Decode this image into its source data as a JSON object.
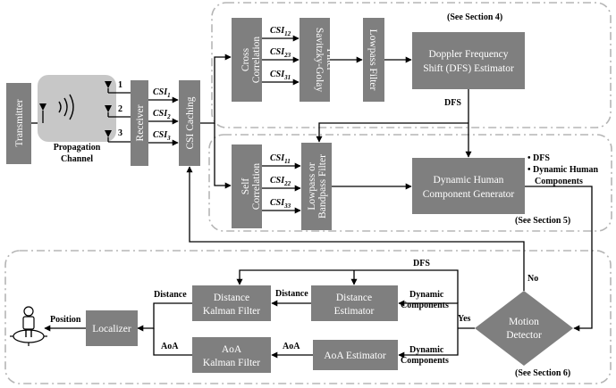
{
  "blocks": {
    "transmitter": "Transmitter",
    "propagation_channel_line1": "Propagation",
    "propagation_channel_line2": "Channel",
    "receiver": "Receiver",
    "antenna_1": "1",
    "antenna_2": "2",
    "antenna_3": "3",
    "csi_caching": "CSI Caching",
    "cross_correlation_line1": "Cross",
    "cross_correlation_line2": "Correlation",
    "savitzky_golay_line1": "Savitzky-Golay",
    "savitzky_golay_line2": "Filter",
    "lowpass_filter": "Lowpass Filter",
    "dfs_estimator_line1": "Doppler Frequency",
    "dfs_estimator_line2": "Shift (DFS) Estimator",
    "self_correlation_line1": "Self",
    "self_correlation_line2": "Correlation",
    "lowpass_bandpass_line1": "Lowpass or",
    "lowpass_bandpass_line2": "Bandpass Filter",
    "dhc_generator_line1": "Dynamic  Human",
    "dhc_generator_line2": "Component Generator",
    "motion_detector_line1": "Motion",
    "motion_detector_line2": "Detector",
    "distance_estimator_line1": "Distance",
    "distance_estimator_line2": "Estimator",
    "aoa_estimator": "AoA Estimator",
    "distance_kalman_line1": "Distance",
    "distance_kalman_line2": "Kalman Filter",
    "aoa_kalman_line1": "AoA",
    "aoa_kalman_line2": "Kalman Filter",
    "localizer": "Localizer"
  },
  "csi_labels": {
    "csi": "CSI",
    "sub_1": "1",
    "sub_2": "2",
    "sub_3": "3",
    "sub_12": "12",
    "sub_23": "23",
    "sub_31": "31",
    "sub_11": "11",
    "sub_22": "22",
    "sub_33": "33"
  },
  "edge_labels": {
    "dfs": "DFS",
    "dfs_bullet": "DFS",
    "dhc_bullet_line1": "Dynamic Human",
    "dhc_bullet_line2": "Components",
    "no": "No",
    "yes": "Yes",
    "dynamic_line1": "Dynamic",
    "dynamic_line2": "Components",
    "distance": "Distance",
    "aoa": "AoA",
    "position": "Position"
  },
  "sections": {
    "section4": "(See Section 4)",
    "section5": "(See Section 5)",
    "section6": "(See Section 6)"
  },
  "colors": {
    "block": "#7f7f7f",
    "channel": "#c7c7c7",
    "dashed_border": "#b5b5b5"
  }
}
